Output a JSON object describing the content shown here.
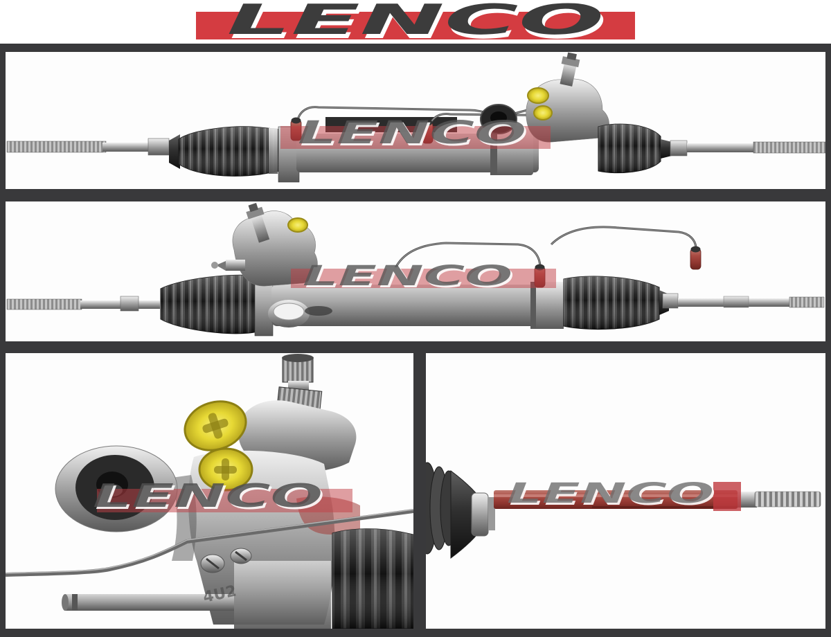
{
  "header": {
    "logo_text": "LENCO"
  },
  "panels": {
    "panel1": {
      "watermark": "LENCO"
    },
    "panel2": {
      "watermark": "LENCO"
    },
    "panel3": {
      "watermark": "LENCO",
      "casting_stamp": "4U2"
    },
    "panel4": {
      "watermark": "LENCO"
    }
  },
  "colors": {
    "brand_red": "#d43c41",
    "frame_dark": "#39393b",
    "watermark_red": "#c24045",
    "cap_yellow": "#e5d733",
    "rod_red": "#a8453f",
    "letter_gray": "#3c3c3c"
  }
}
